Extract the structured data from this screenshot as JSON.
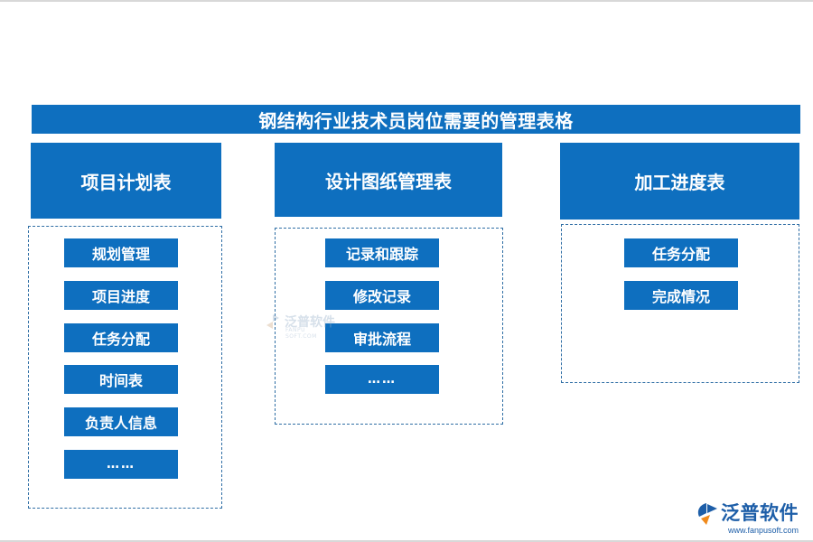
{
  "title": "钢结构行业技术员岗位需要的管理表格",
  "columns": [
    {
      "heading": "项目计划表",
      "items": [
        "规划管理",
        "项目进度",
        "任务分配",
        "时间表",
        "负责人信息",
        "……"
      ]
    },
    {
      "heading": "设计图纸管理表",
      "items": [
        "记录和跟踪",
        "修改记录",
        "审批流程",
        "……"
      ]
    },
    {
      "heading": "加工进度表",
      "items": [
        "任务分配",
        "完成情况"
      ]
    }
  ],
  "watermark": {
    "text": "泛普软件",
    "sub": "FANPU SOFT.COM"
  },
  "logo": {
    "text": "泛普软件",
    "url": "www.fanpusoft.com",
    "icon": "fanpu-logo-icon"
  },
  "colors": {
    "box_fill": "#0e6fbf",
    "dashed_border": "#2f6ea5",
    "logo_blue": "#1d5ea8",
    "logo_orange": "#f08a1c"
  }
}
